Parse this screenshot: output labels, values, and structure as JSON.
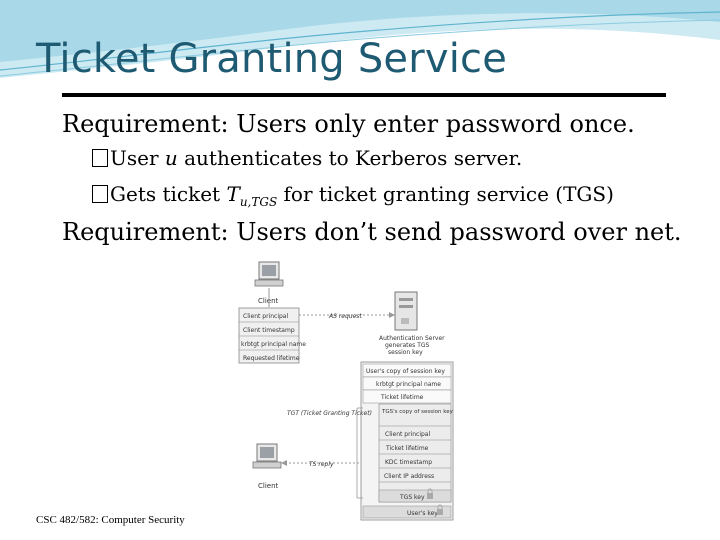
{
  "slide": {
    "title": "Ticket Granting Service",
    "bullets": [
      {
        "text": "Requirement: Users only enter password once."
      },
      {
        "pre": "User ",
        "var": "u",
        "post": " authenticates to Kerberos server."
      },
      {
        "pre": "Gets ticket ",
        "var": "T",
        "sub": "u,TGS",
        "post": " for ticket granting service (TGS)"
      },
      {
        "text": "Requirement: Users don’t send password over net."
      }
    ],
    "footer": "CSC 482/582: Computer Security"
  },
  "figure": {
    "client_top_label": "Client",
    "request_fields": [
      "Client principal",
      "Client timestamp",
      "krbtgt principal name",
      "Requested lifetime"
    ],
    "as_request": "AS request",
    "auth_server_label": [
      "Authentication Server",
      "generates TGS",
      "session key"
    ],
    "reply_fields": [
      "User's copy of session key",
      "krbtgt principal name",
      "Ticket lifetime"
    ],
    "tgt_label": "TGT (Ticket Granting Ticket)",
    "tgt_fields": [
      "TGS's copy of session key",
      "Client principal",
      "Ticket lifetime",
      "KDC timestamp",
      "Client IP address"
    ],
    "tgs_key": "TGS key",
    "users_key": "User's key",
    "ts_reply": "TS reply",
    "client_bottom_label": "Client"
  }
}
